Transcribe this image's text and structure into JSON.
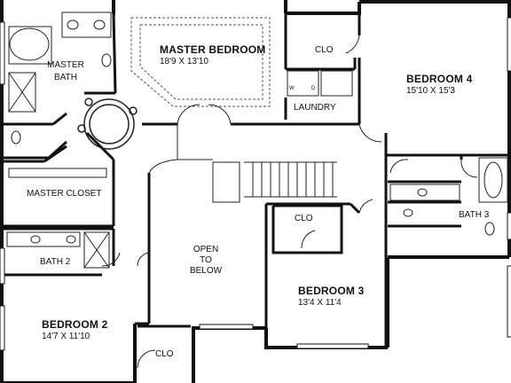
{
  "plan": {
    "master_bedroom": {
      "name": "MASTER BEDROOM",
      "size": "18'9 X 13'10"
    },
    "master_bath": {
      "line1": "MASTER",
      "line2": "BATH"
    },
    "master_closet": "MASTER CLOSET",
    "bath2": "BATH 2",
    "bedroom2": {
      "name": "BEDROOM 2",
      "size": "14'7 X 11'10"
    },
    "clo_bottom": "CLO",
    "open_to_below": {
      "line1": "OPEN",
      "line2": "TO",
      "line3": "BELOW"
    },
    "clo_top": "CLO",
    "laundry": "LAUNDRY",
    "bedroom4": {
      "name": "BEDROOM 4",
      "size": "15'10 X 15'3"
    },
    "bath3": "BATH 3",
    "clo_mid": "CLO",
    "bedroom3": {
      "name": "BEDROOM 3",
      "size": "13'4 X 11'4"
    },
    "washer_label": "W",
    "dryer_label": "D"
  }
}
